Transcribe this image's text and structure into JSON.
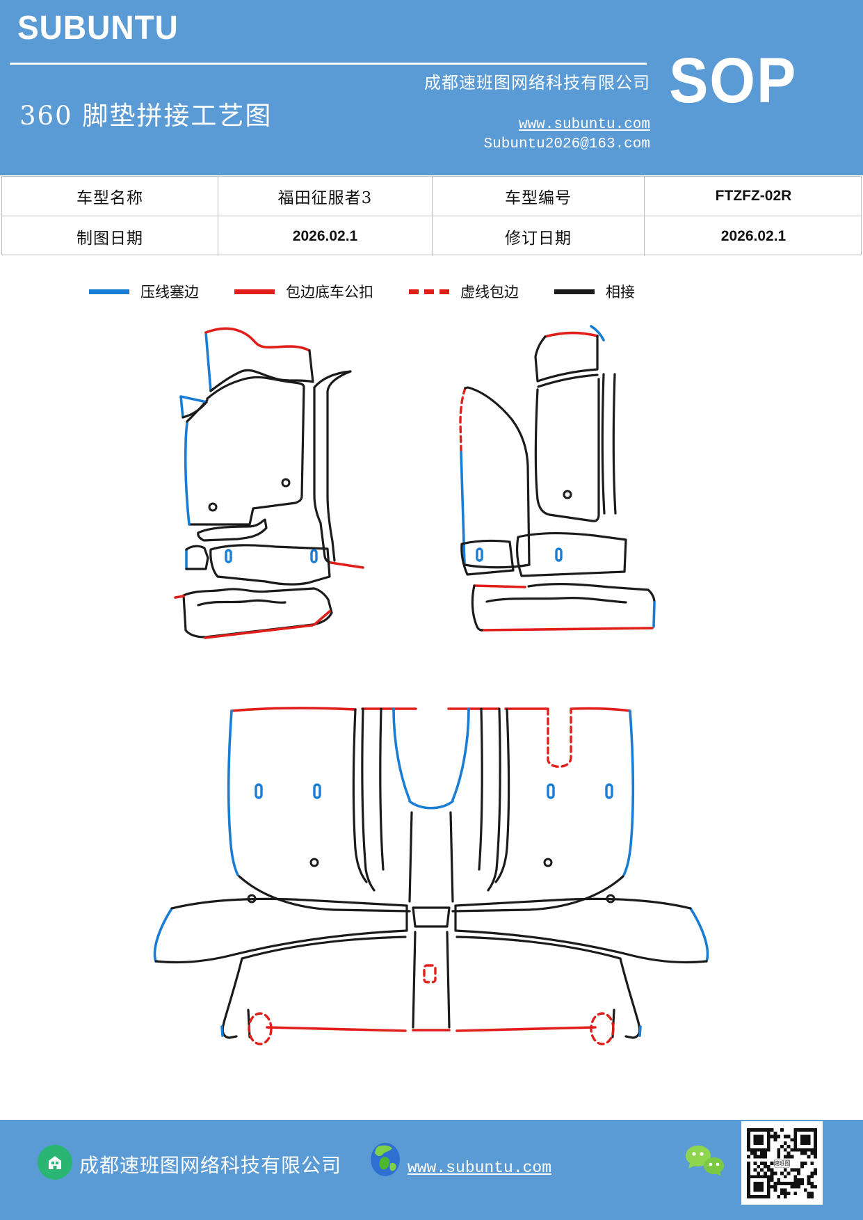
{
  "header": {
    "logo": "SUBUNTU",
    "title": "360 脚垫拼接工艺图",
    "company": "成都速班图网络科技有限公司",
    "website": "www.subuntu.com",
    "email": "Subuntu2026@163.com",
    "badge": "SOP",
    "bg_color": "#5b9bd5"
  },
  "info_table": {
    "rows": [
      [
        "车型名称",
        "福田征服者3",
        "车型编号",
        "FTZFZ-02R"
      ],
      [
        "制图日期",
        "2026.02.1",
        "修订日期",
        "2026.02.1"
      ]
    ]
  },
  "legend": {
    "items": [
      {
        "label": "压线塞边",
        "color": "#1a7dd4",
        "style": "solid"
      },
      {
        "label": "包边底车公扣",
        "color": "#e01f1a",
        "style": "solid"
      },
      {
        "label": "虚线包边",
        "color": "#e01f1a",
        "style": "dashed"
      },
      {
        "label": "相接",
        "color": "#1b1b1b",
        "style": "solid"
      }
    ]
  },
  "diagram": {
    "description": "360 floor mat splicing pattern outlines",
    "groups": [
      "front-left-mat-set",
      "front-right-mat-set",
      "rear-trunk-mat-set"
    ],
    "edge_colors": {
      "blue": "#1a7dd4",
      "red": "#e01f1a",
      "black": "#1b1b1b"
    }
  },
  "footer": {
    "company": "成都速班图网络科技有限公司",
    "website": "www.subuntu.com",
    "icons": [
      "home-icon",
      "globe-icon",
      "wechat-icon",
      "qr-code"
    ],
    "bg_color": "#5b9bd5"
  }
}
